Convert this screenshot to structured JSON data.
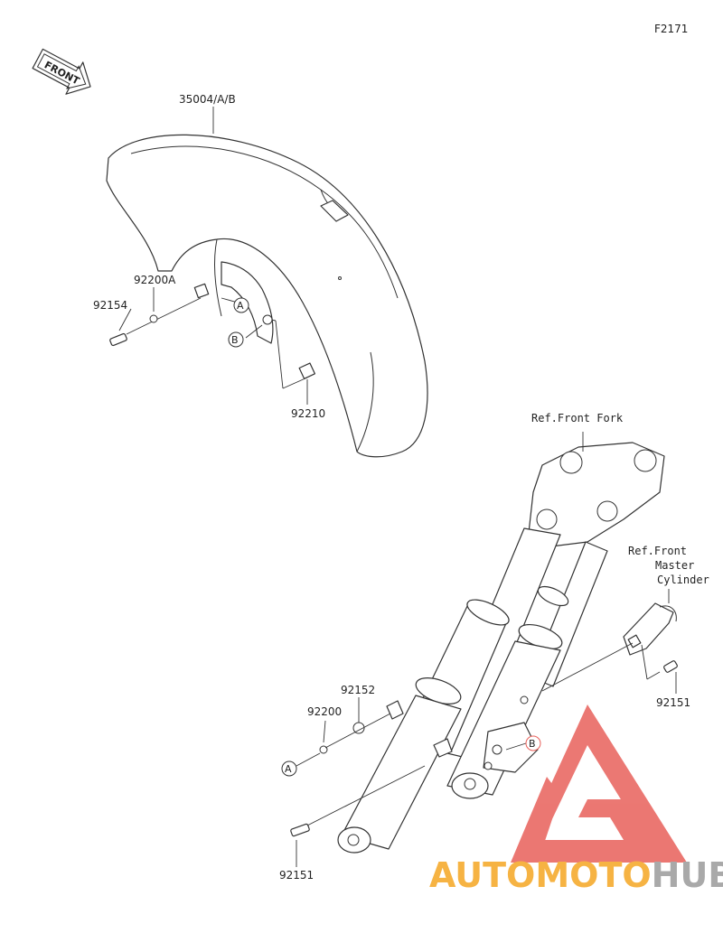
{
  "figure_code": "F2171",
  "front_arrow": {
    "label": "FRONT",
    "icon": "front-arrow-icon"
  },
  "parts": [
    {
      "number": "35004/A/B"
    },
    {
      "number": "92200A"
    },
    {
      "number": "92154"
    },
    {
      "number": "92210"
    },
    {
      "number": "92152"
    },
    {
      "number": "92200"
    },
    {
      "number": "92151"
    },
    {
      "number": "92151"
    }
  ],
  "references": {
    "front_fork": "Ref.Front Fork",
    "master_cylinder_lines": [
      "Ref.Front",
      "Master",
      "Cylinder"
    ]
  },
  "callouts": {
    "a": "A",
    "b": "B"
  },
  "watermark": {
    "text_orange": "AUTOMOTO",
    "text_gray": "HUB",
    "color_triangle": "#e8605a",
    "color_orange": "#f5a623",
    "color_gray": "#9b9b9b"
  }
}
